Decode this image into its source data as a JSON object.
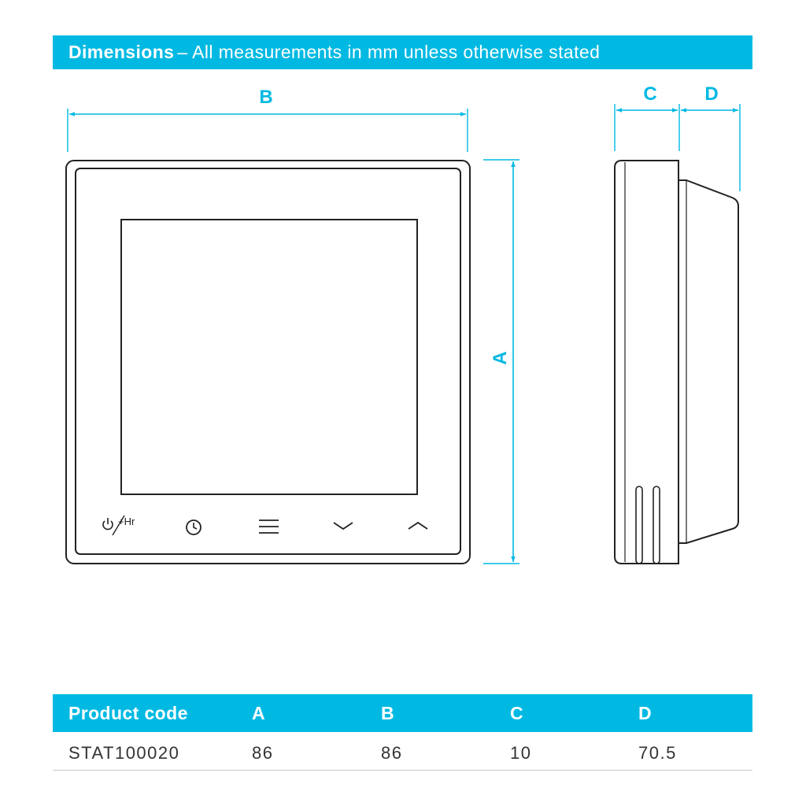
{
  "header": {
    "title": "Dimensions",
    "subtitle": "– All measurements in mm unless otherwise stated"
  },
  "diagram": {
    "labels": {
      "a": "A",
      "b": "B",
      "c": "C",
      "d": "D"
    },
    "buttons": [
      "power-plus-hour-icon",
      "clock-icon",
      "menu-icon",
      "chevron-down-icon",
      "chevron-up-icon"
    ],
    "button_text": {
      "plus_hour": "+Hr"
    },
    "colors": {
      "accent": "#00b9e3",
      "outline": "#222222"
    }
  },
  "table": {
    "headers": [
      "Product code",
      "A",
      "B",
      "C",
      "D"
    ],
    "rows": [
      [
        "STAT100020",
        "86",
        "86",
        "10",
        "70.5"
      ]
    ]
  }
}
